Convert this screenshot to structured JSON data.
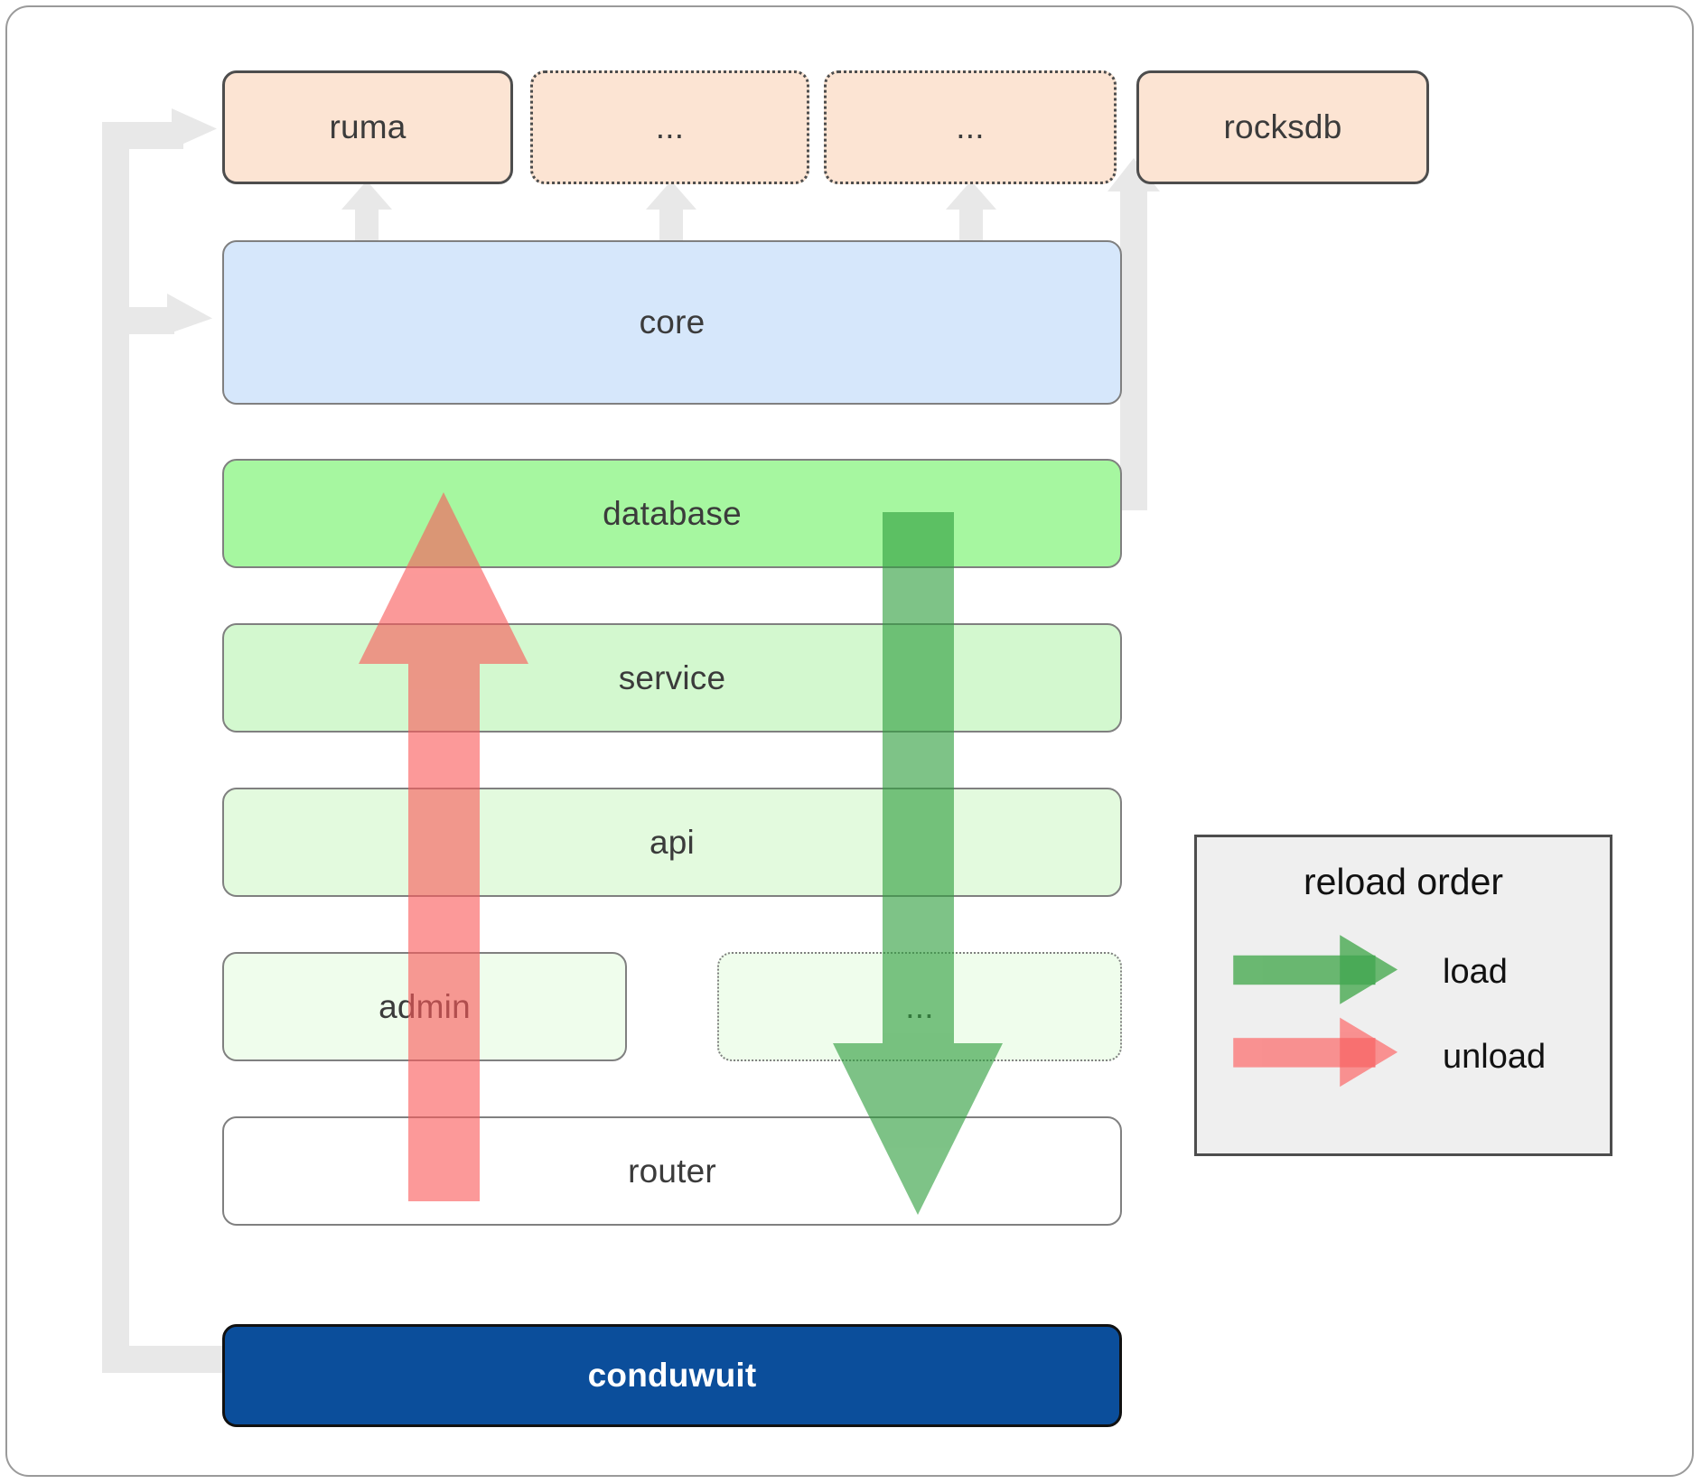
{
  "diagram": {
    "title_nodes": {
      "dependencies": [
        {
          "id": "ruma",
          "label": "ruma",
          "style": "solid"
        },
        {
          "id": "dep-ellipsis-1",
          "label": "...",
          "style": "dotted"
        },
        {
          "id": "dep-ellipsis-2",
          "label": "...",
          "style": "dotted"
        },
        {
          "id": "rocksdb",
          "label": "rocksdb",
          "style": "solid"
        }
      ]
    },
    "layers": [
      {
        "id": "core",
        "label": "core",
        "style": "solid",
        "color": "#d6e7fb"
      },
      {
        "id": "database",
        "label": "database",
        "style": "solid",
        "color": "#a6f7a0"
      },
      {
        "id": "service",
        "label": "service",
        "style": "solid",
        "color": "#d3f8cf"
      },
      {
        "id": "api",
        "label": "api",
        "style": "solid",
        "color": "#e3fade"
      },
      {
        "id": "admin",
        "label": "admin",
        "style": "solid",
        "color": "#effdec"
      },
      {
        "id": "layer-ellipsis",
        "label": "...",
        "style": "dotted",
        "color": "#effdec"
      },
      {
        "id": "router",
        "label": "router",
        "style": "solid",
        "color": "#ffffff"
      }
    ],
    "root": {
      "id": "conduwuit",
      "label": "conduwuit",
      "color": "#0b4e9b"
    },
    "legend": {
      "title": "reload order",
      "items": [
        {
          "id": "load",
          "label": "load",
          "color": "#52ae5a"
        },
        {
          "id": "unload",
          "label": "unload",
          "color": "#fa8080"
        }
      ]
    },
    "flows": {
      "load": {
        "direction": "down",
        "color": "#52ae5a"
      },
      "unload": {
        "direction": "up",
        "color": "#fa8080"
      }
    },
    "colors": {
      "dependency_fill": "#fce4d3",
      "dependency_stroke": "#4d4d4d",
      "connector": "#e8e8e8",
      "layer_stroke": "#808080",
      "frame_stroke": "#9a9a9a",
      "text": "#3b3b3b"
    }
  }
}
